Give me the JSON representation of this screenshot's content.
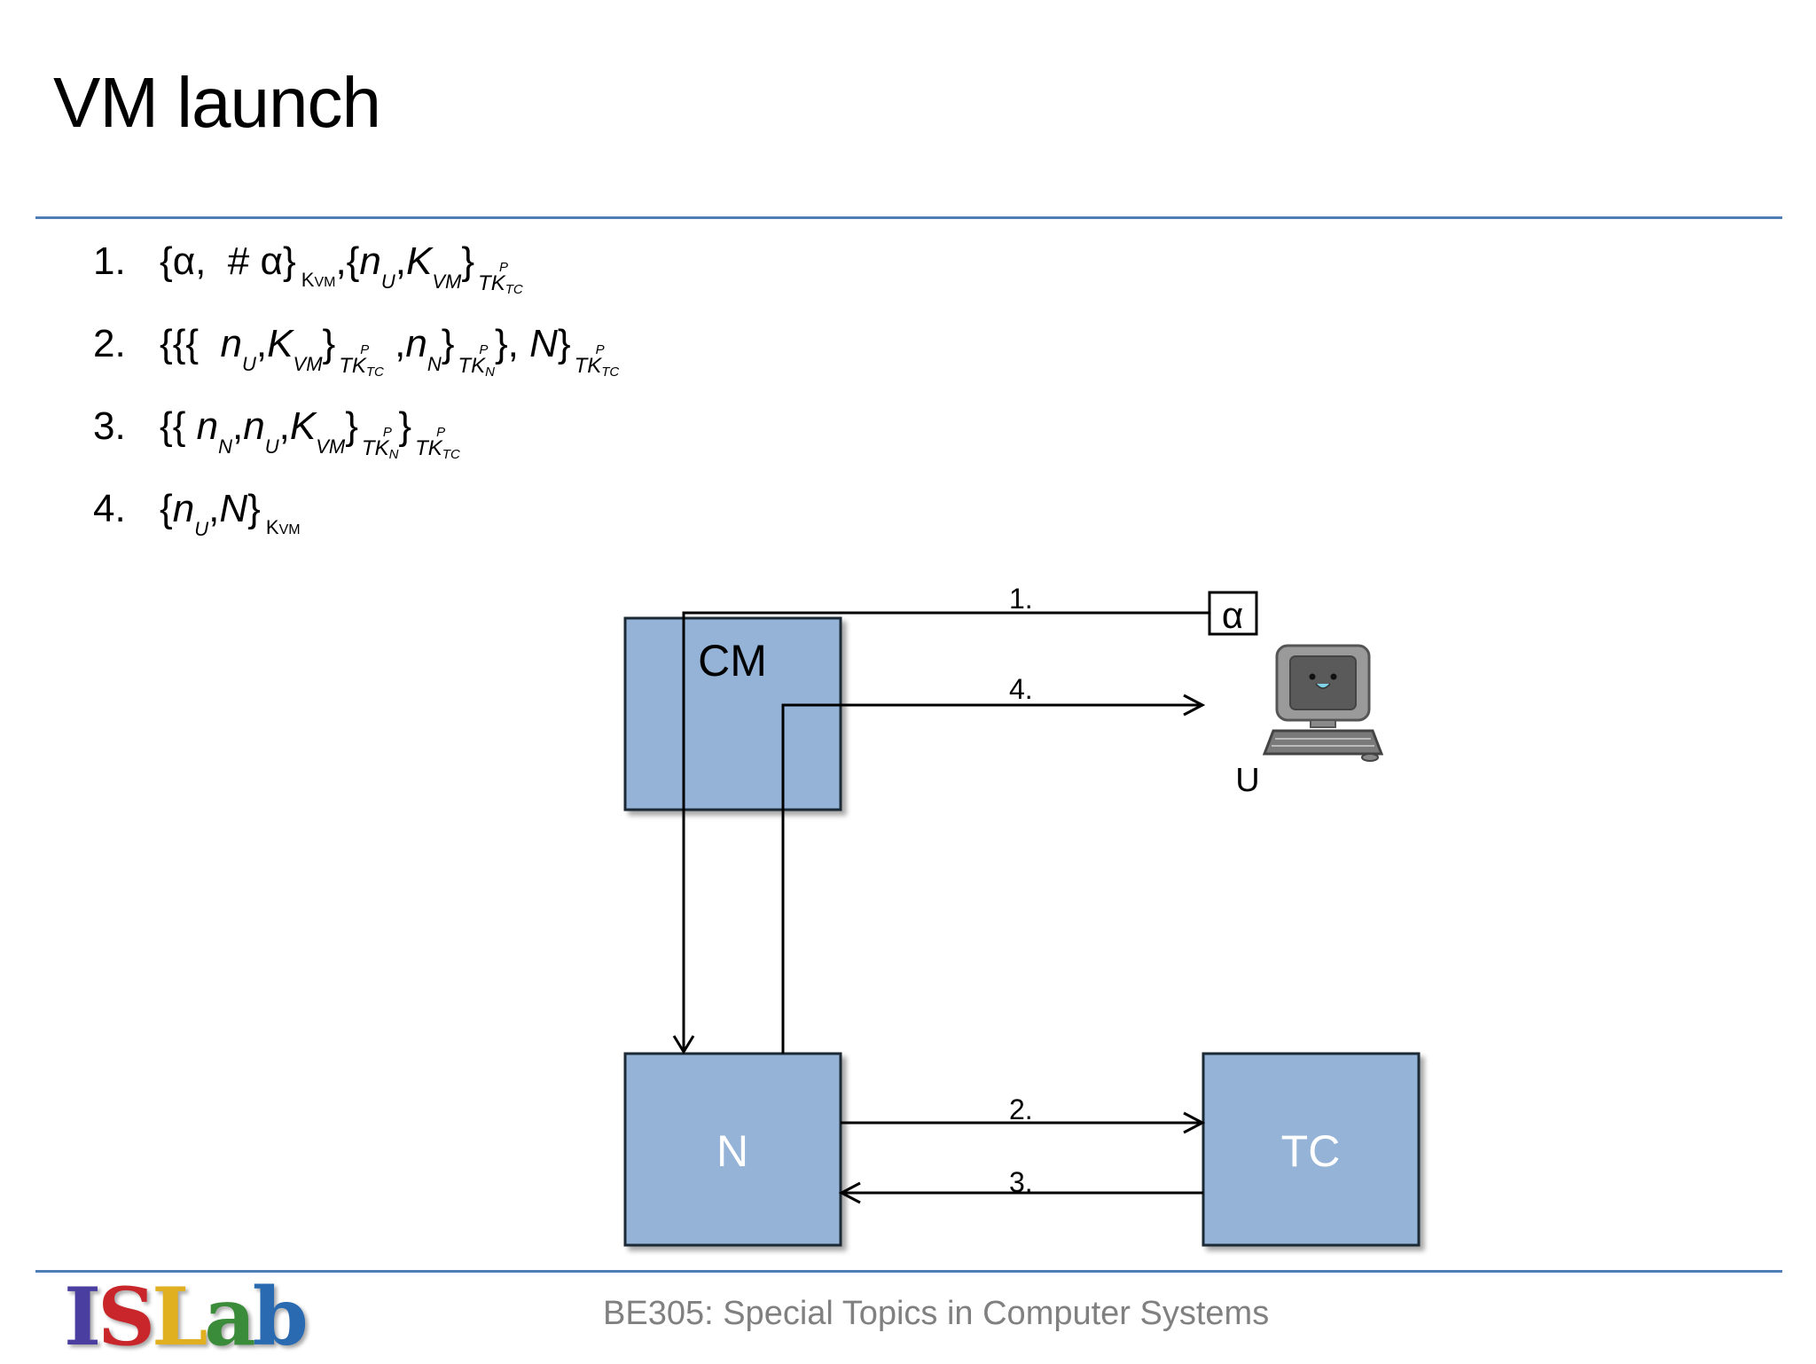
{
  "slide": {
    "title": "VM launch",
    "footer": "BE305: Special Topics in Computer Systems",
    "logo_text": "ISLab"
  },
  "protocol_steps": [
    {
      "number": "1."
    },
    {
      "number": "2."
    },
    {
      "number": "3."
    },
    {
      "number": "4."
    }
  ],
  "symbols": {
    "alpha": "α",
    "hash_alpha": "# α",
    "n": "n",
    "K": "K",
    "N": "N",
    "U": "U",
    "VM": "VM",
    "TK": "TK",
    "P": "P",
    "TC": "TC",
    "Nsub": "N",
    "Ksub": "K",
    "VMsub": "VM"
  },
  "diagram": {
    "nodes": [
      {
        "id": "CM",
        "label": "CM"
      },
      {
        "id": "N",
        "label": "N"
      },
      {
        "id": "TC",
        "label": "TC"
      },
      {
        "id": "U",
        "label": "U"
      }
    ],
    "alpha_box": "α",
    "arrows": [
      {
        "label": "1.",
        "from": "U",
        "to": "N"
      },
      {
        "label": "2.",
        "from": "N",
        "to": "TC"
      },
      {
        "label": "3.",
        "from": "TC",
        "to": "N"
      },
      {
        "label": "4.",
        "from": "N",
        "to": "U"
      }
    ],
    "box_color": "#95b3d7",
    "box_border": "#1f2a36"
  }
}
